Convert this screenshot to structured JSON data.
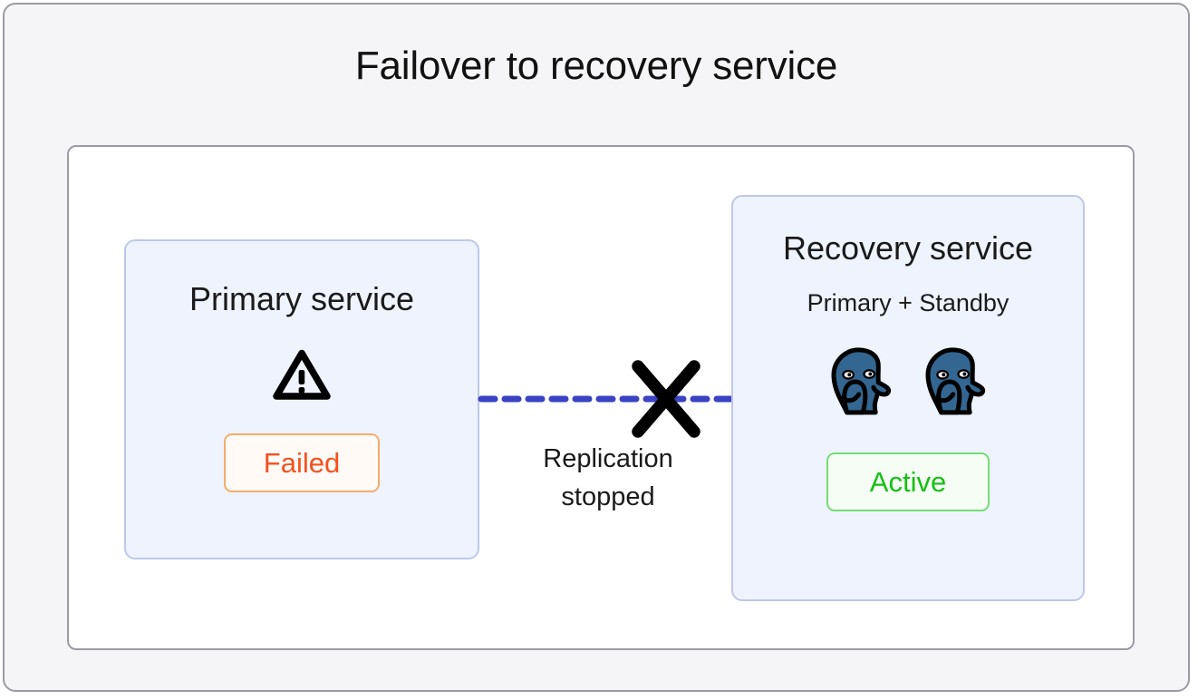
{
  "diagram": {
    "title": "Failover to recovery service",
    "type": "architecture-failover",
    "colors": {
      "page_background": "#f5f5f7",
      "canvas_background": "#ffffff",
      "frame_border": "#9b9ba6",
      "node_background": "#eff3fe",
      "node_border": "#bdc7ec",
      "link_blue": "#3a43c2",
      "failed_text": "#f4511e",
      "failed_border": "#f6ab6b",
      "active_text": "#15c015",
      "active_border": "#74de74",
      "postgres_blue": "#336791",
      "warning_icon": "#000000"
    }
  },
  "nodes": {
    "primary": {
      "title": "Primary service",
      "icon": "warning-triangle-icon",
      "status": "Failed"
    },
    "recovery": {
      "title": "Recovery service",
      "subtitle": "Primary + Standby",
      "instances": [
        {
          "icon": "postgresql-elephant-icon",
          "role": "Primary"
        },
        {
          "icon": "postgresql-elephant-icon",
          "role": "Standby"
        }
      ],
      "status": "Active"
    }
  },
  "link": {
    "style": "dashed",
    "state": "broken",
    "marker": "cross-x-icon",
    "label_line1": "Replication",
    "label_line2": "stopped"
  }
}
